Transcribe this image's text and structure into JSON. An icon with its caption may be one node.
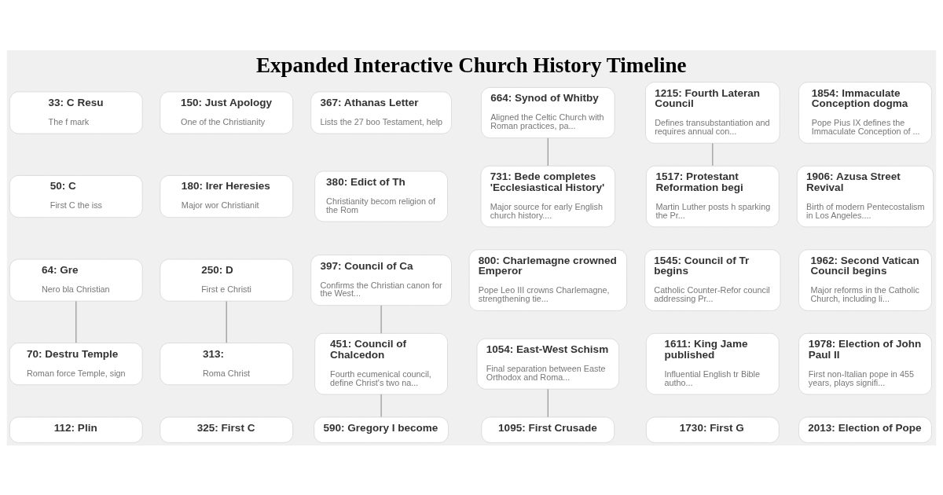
{
  "diagram": {
    "title": "Expanded Interactive Church History Timeline",
    "nodes": [
      {
        "text": [
          "33: C Resu",
          "The f mark"
        ]
      },
      {
        "text": [
          "150: Just Apology",
          "One of the Christianity"
        ]
      },
      {
        "text": [
          "367: Athanas Letter",
          "Lists the 27 boo Testament, help"
        ]
      },
      {
        "text": [
          "664: Synod of Whitby",
          "Aligned the Celtic Church with Roman practices, pa..."
        ]
      },
      {
        "text": [
          "1215: Fourth Lateran Council",
          "Defines transubstantiation and requires annual con..."
        ]
      },
      {
        "text": [
          "1854: Immaculate Conception dogma",
          "Pope Pius IX defines the Immaculate Conception of ..."
        ]
      },
      {
        "text": [
          "50: C",
          "First C the iss"
        ]
      },
      {
        "text": [
          "180: Irer Heresies",
          "Major wor Christianit"
        ]
      },
      {
        "text": [
          "380: Edict of Th",
          "Christianity becom religion of the Rom"
        ]
      },
      {
        "text": [
          "731: Bede completes 'Ecclesiastical History'",
          "Major source for early English church history...."
        ]
      },
      {
        "text": [
          "1517: Protestant Reformation begi",
          "Martin Luther posts h sparking the Pr..."
        ]
      },
      {
        "text": [
          "1906: Azusa Street Revival",
          "Birth of modern Pentecostalism in Los Angeles...."
        ]
      },
      {
        "text": [
          "64: Gre",
          "Nero bla Christian"
        ]
      },
      {
        "text": [
          "250: D",
          "First e Christi"
        ]
      },
      {
        "text": [
          "397: Council of Ca",
          "Confirms the Christian canon for the West..."
        ]
      },
      {
        "text": [
          "800: Charlemagne crowned Emperor",
          "Pope Leo III crowns Charlemagne, strengthening tie..."
        ]
      },
      {
        "text": [
          "1545: Council of Tr begins",
          "Catholic Counter-Refor council addressing Pr..."
        ]
      },
      {
        "text": [
          "1962: Second Vatican Council begins",
          "Major reforms in the Catholic Church, including li..."
        ]
      },
      {
        "text": [
          "70: Destru Temple",
          "Roman force Temple, sign"
        ]
      },
      {
        "text": [
          "313:",
          "Roma Christ"
        ]
      },
      {
        "text": [
          "451: Council of Chalcedon",
          "Fourth ecumenical council, define Christ's two na..."
        ]
      },
      {
        "text": [
          "1054: East-West Schism",
          "Final separation between Easte Orthodox and Roma..."
        ]
      },
      {
        "text": [
          "1611: King Jame published",
          "Influential English tr Bible autho..."
        ]
      },
      {
        "text": [
          "1978: Election of John Paul II",
          "First non-Italian pope in 455 years, plays signifi..."
        ]
      },
      {
        "text": [
          "112: Plin"
        ]
      },
      {
        "text": [
          "325: First C"
        ]
      },
      {
        "text": [
          "590: Gregory I become"
        ]
      },
      {
        "text": [
          "1095: First Crusade"
        ]
      },
      {
        "text": [
          "1730: First G"
        ]
      },
      {
        "text": [
          "2013: Election of Pope"
        ]
      }
    ],
    "edges": [
      {
        "from": 3,
        "to": 9,
        "arrow": "none"
      },
      {
        "from": 4,
        "to": 10,
        "arrow": "none"
      },
      {
        "from": 12,
        "to": 18,
        "arrow": "none"
      },
      {
        "from": 13,
        "to": 19,
        "arrow": "none"
      },
      {
        "from": 14,
        "to": 20,
        "arrow": "none"
      },
      {
        "from": 20,
        "to": 26,
        "arrow": "none"
      },
      {
        "from": 21,
        "to": 27,
        "arrow": "none"
      }
    ]
  }
}
